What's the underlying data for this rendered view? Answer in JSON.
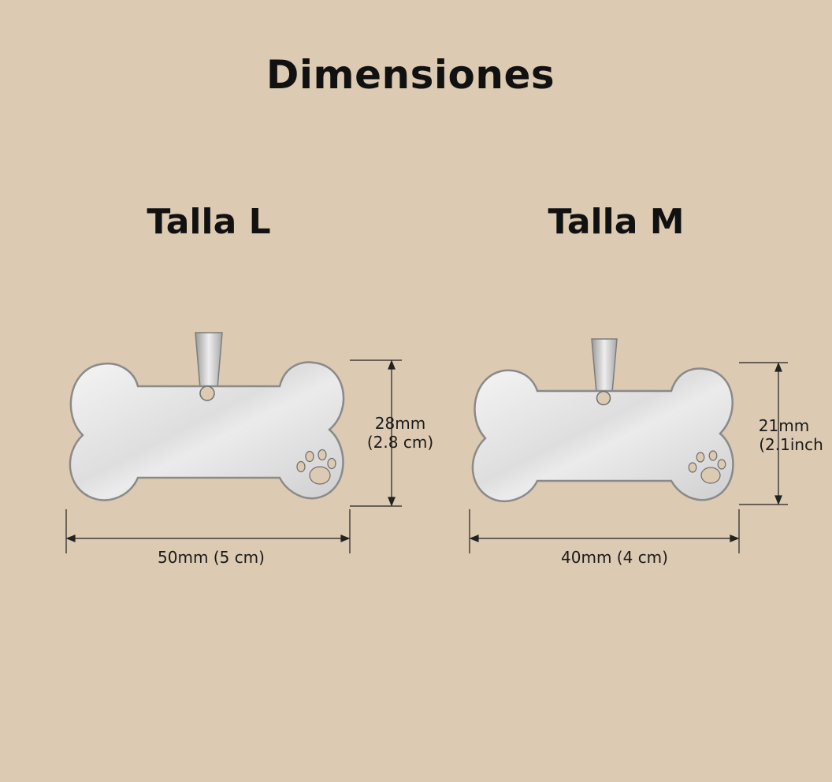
{
  "title": "Dimensiones",
  "sizes": [
    {
      "label": "Talla L",
      "height_line1": "28mm",
      "height_line2": "(2.8 cm)",
      "width_text": "50mm (5 cm)"
    },
    {
      "label": "Talla M",
      "height_line1": "21mm",
      "height_line2": "(2.1inch",
      "width_text": "40mm (4 cm)"
    }
  ],
  "colors": {
    "background": "#dccab2",
    "tag_metal": "#e6e6e6",
    "tag_edge": "#8a8a8a"
  }
}
